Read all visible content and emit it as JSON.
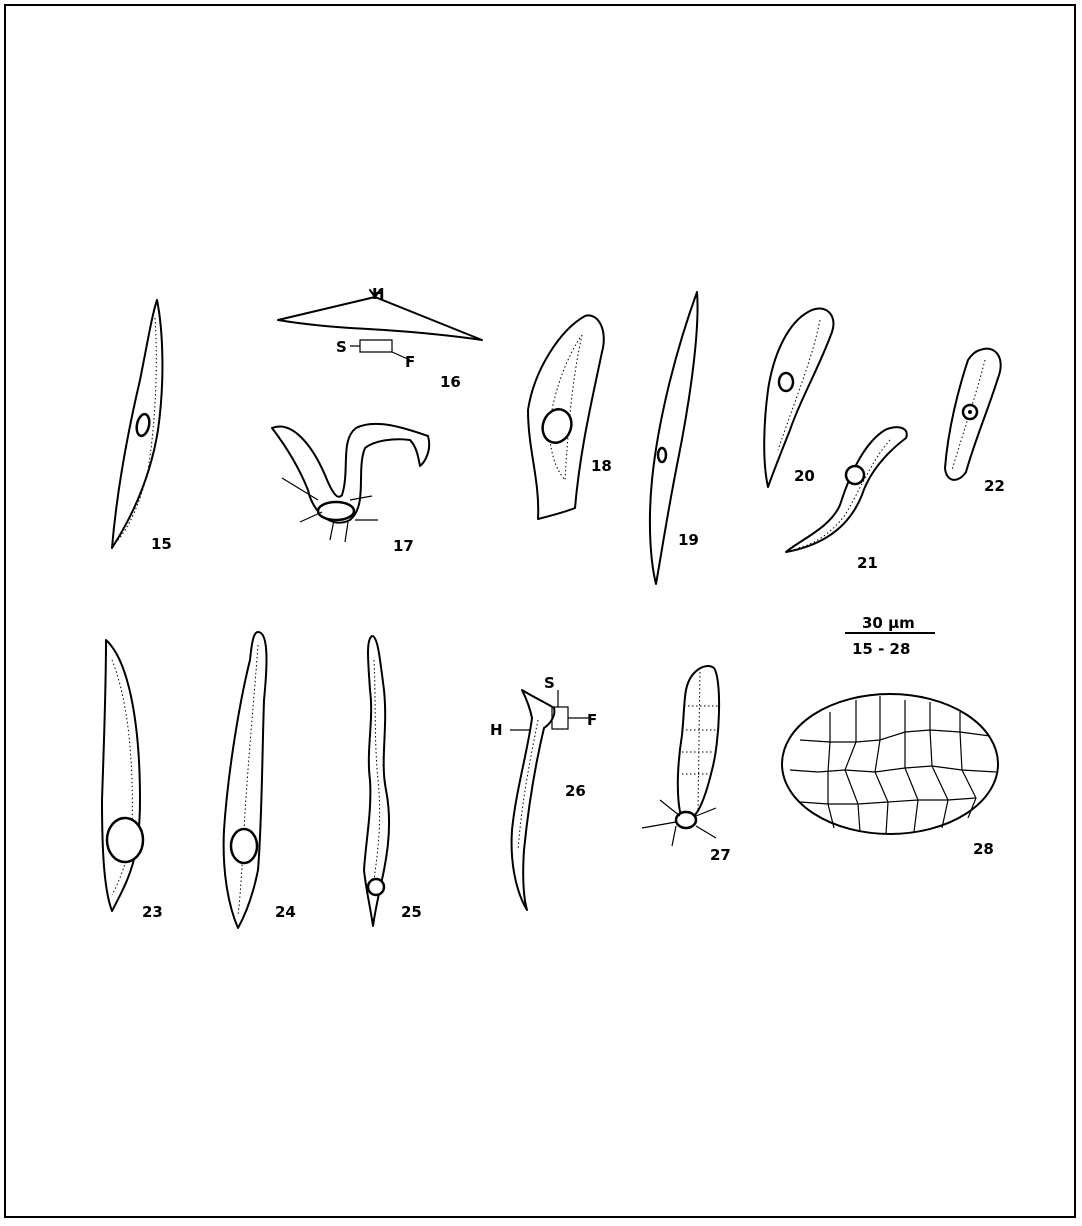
{
  "figures": {
    "f15": "15",
    "f16": "16",
    "f17": "17",
    "f18": "18",
    "f19": "19",
    "f20": "20",
    "f21": "21",
    "f22": "22",
    "f23": "23",
    "f24": "24",
    "f25": "25",
    "f26": "26",
    "f27": "27",
    "f28": "28"
  },
  "labels": {
    "h16": "H",
    "s16": "S",
    "f16": "F",
    "s26": "S",
    "f26": "F",
    "h26": "H"
  },
  "scale": {
    "length": "30 μm",
    "range": "15 - 28"
  },
  "colors": {
    "ink": "#000000",
    "background": "#ffffff"
  }
}
